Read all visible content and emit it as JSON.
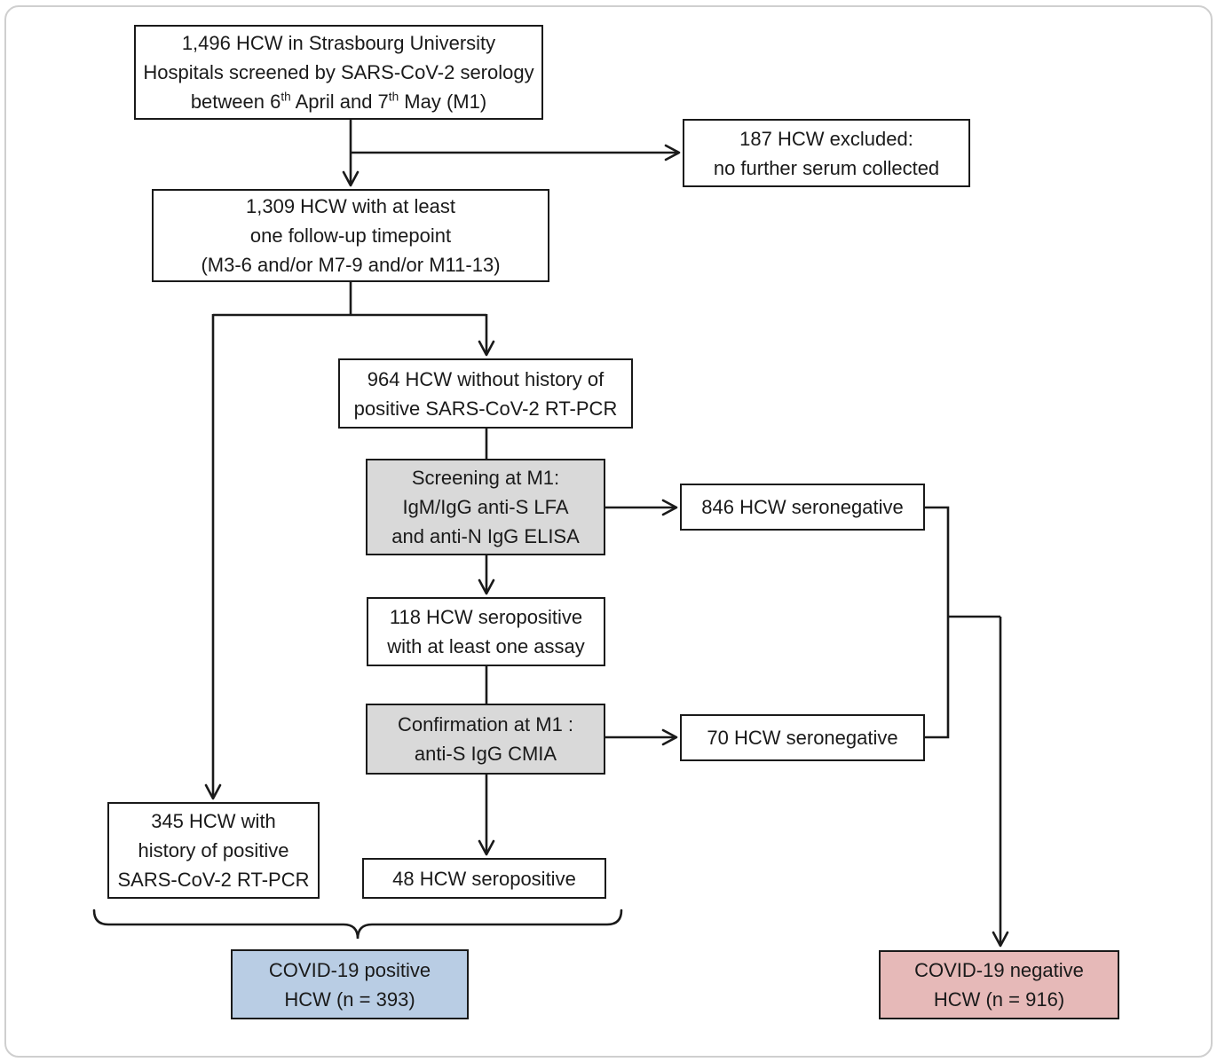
{
  "flowchart": {
    "boxes": {
      "screened": {
        "line1": "1,496 HCW in Strasbourg University",
        "line2": "Hospitals screened by SARS-CoV-2 serology",
        "line3_pre": "between 6",
        "line3_sup1": "th",
        "line3_mid": " April and 7",
        "line3_sup2": "th",
        "line3_post": " May (M1)"
      },
      "excluded": {
        "line1": "187 HCW excluded:",
        "line2": "no further serum collected"
      },
      "followup": {
        "line1": "1,309 HCW with at least",
        "line2": "one follow-up timepoint",
        "line3": "(M3-6 and/or M7-9 and/or M11-13)"
      },
      "no_history": {
        "line1": "964 HCW without history of",
        "line2": "positive SARS-CoV-2 RT-PCR"
      },
      "screening": {
        "line1": "Screening at M1:",
        "line2": "IgM/IgG anti-S LFA",
        "line3": "and anti-N IgG ELISA"
      },
      "seronegative_846": {
        "line1": "846 HCW seronegative"
      },
      "seropositive_118": {
        "line1": "118 HCW seropositive",
        "line2": "with at least one assay"
      },
      "confirmation": {
        "line1": "Confirmation at M1 :",
        "line2": "anti-S IgG CMIA"
      },
      "seronegative_70": {
        "line1": "70 HCW seronegative"
      },
      "history_345": {
        "line1": "345 HCW with",
        "line2": "history of positive",
        "line3": "SARS-CoV-2 RT-PCR"
      },
      "seropositive_48": {
        "line1": "48 HCW seropositive"
      },
      "covid_positive": {
        "line1": "COVID-19 positive",
        "line2": "HCW (n = 393)"
      },
      "covid_negative": {
        "line1": "COVID-19 negative",
        "line2": "HCW (n = 916)"
      }
    },
    "colors": {
      "line": "#1a1a1a",
      "box_border": "#1a1a1a",
      "gray_fill": "#d9d9d9",
      "blue_fill": "#b9cde4",
      "pink_fill": "#e6b9b8",
      "frame_border": "#cfcfcf",
      "background": "#ffffff"
    }
  }
}
